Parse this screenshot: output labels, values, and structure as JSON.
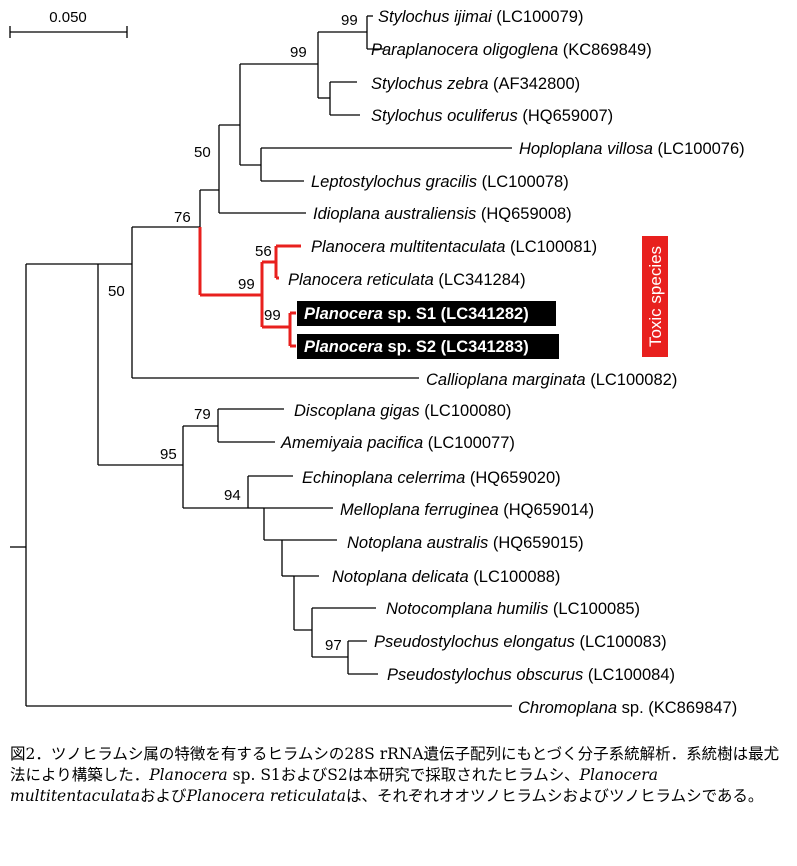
{
  "scale_bar": {
    "label": "0.050"
  },
  "taxa": [
    {
      "id": "t1",
      "species": "Stylochus ijimai",
      "suffix": "",
      "accession": "(LC100079)"
    },
    {
      "id": "t2",
      "species": "Paraplanocera oligoglena",
      "suffix": "",
      "accession": "(KC869849)"
    },
    {
      "id": "t3",
      "species": "Stylochus zebra",
      "suffix": "",
      "accession": "(AF342800)"
    },
    {
      "id": "t4",
      "species": "Stylochus oculiferus",
      "suffix": "",
      "accession": "(HQ659007)"
    },
    {
      "id": "t5",
      "species": "Hoploplana villosa",
      "suffix": "",
      "accession": "(LC100076)"
    },
    {
      "id": "t6",
      "species": "Leptostylochus gracilis",
      "suffix": "",
      "accession": "(LC100078)"
    },
    {
      "id": "t7",
      "species": "Idioplana australiensis",
      "suffix": "",
      "accession": "(HQ659008)"
    },
    {
      "id": "t8",
      "species": "Planocera multitentaculata",
      "suffix": "",
      "accession": "(LC100081)"
    },
    {
      "id": "t9",
      "species": "Planocera reticulata",
      "suffix": "",
      "accession": "(LC341284)"
    },
    {
      "id": "t10",
      "species": "Planocera",
      "suffix": " sp. S1",
      "accession": "(LC341282)"
    },
    {
      "id": "t11",
      "species": "Planocera",
      "suffix": " sp. S2",
      "accession": "(LC341283)"
    },
    {
      "id": "t12",
      "species": "Callioplana marginata",
      "suffix": "",
      "accession": "(LC100082)"
    },
    {
      "id": "t13",
      "species": "Discoplana gigas",
      "suffix": "",
      "accession": "(LC100080)"
    },
    {
      "id": "t14",
      "species": "Amemiyaia pacifica",
      "suffix": "",
      "accession": "(LC100077)"
    },
    {
      "id": "t15",
      "species": "Echinoplana celerrima",
      "suffix": "",
      "accession": "(HQ659020)"
    },
    {
      "id": "t16",
      "species": "Melloplana ferruginea",
      "suffix": "",
      "accession": "(HQ659014)"
    },
    {
      "id": "t17",
      "species": "Notoplana australis",
      "suffix": "",
      "accession": "(HQ659015)"
    },
    {
      "id": "t18",
      "species": "Notoplana delicata",
      "suffix": "",
      "accession": "(LC100088)"
    },
    {
      "id": "t19",
      "species": "Notocomplana humilis",
      "suffix": "",
      "accession": "(LC100085)"
    },
    {
      "id": "t20",
      "species": "Pseudostylochus elongatus",
      "suffix": "",
      "accession": "(LC100083)"
    },
    {
      "id": "t21",
      "species": "Pseudostylochus obscurus",
      "suffix": "",
      "accession": "(LC100084)"
    },
    {
      "id": "t22",
      "species": "Chromoplana",
      "suffix": " sp.",
      "accession": "(KC869847)"
    }
  ],
  "bootstrap": {
    "n_ijimai_oligoglena": "99",
    "n_stylochus_group": "99",
    "n_upper_group": "50",
    "n_idioplana": "76",
    "n_outer_upper": "50",
    "n_planocera_mr": "56",
    "n_planocera_all": "99",
    "n_planocera_s1s2": "99",
    "n_discoplana": "79",
    "n_lower_group": "95",
    "n_echinoplana": "94",
    "n_pseudostylochus": "97"
  },
  "toxic_label": "Toxic species",
  "colors": {
    "toxic": "#e8201e",
    "highlight_bg": "#000000",
    "branch": "#000000"
  },
  "caption": {
    "p1": "図2．ツノヒラムシ属の特徴を有するヒラムシの28S rRNA遺伝子配列にもとづく分子系統解析．系統樹は最尤法により構築した．",
    "it1": "Planocera",
    "p2": " sp. S1およびS2は本研究で採取されたヒラムシ、",
    "it2": "Planocera multitentaculata",
    "p3": "および",
    "it3": "Planocera reticulata",
    "p4": "は、それぞれオオツノヒラムシおよびツノヒラムシである。"
  }
}
